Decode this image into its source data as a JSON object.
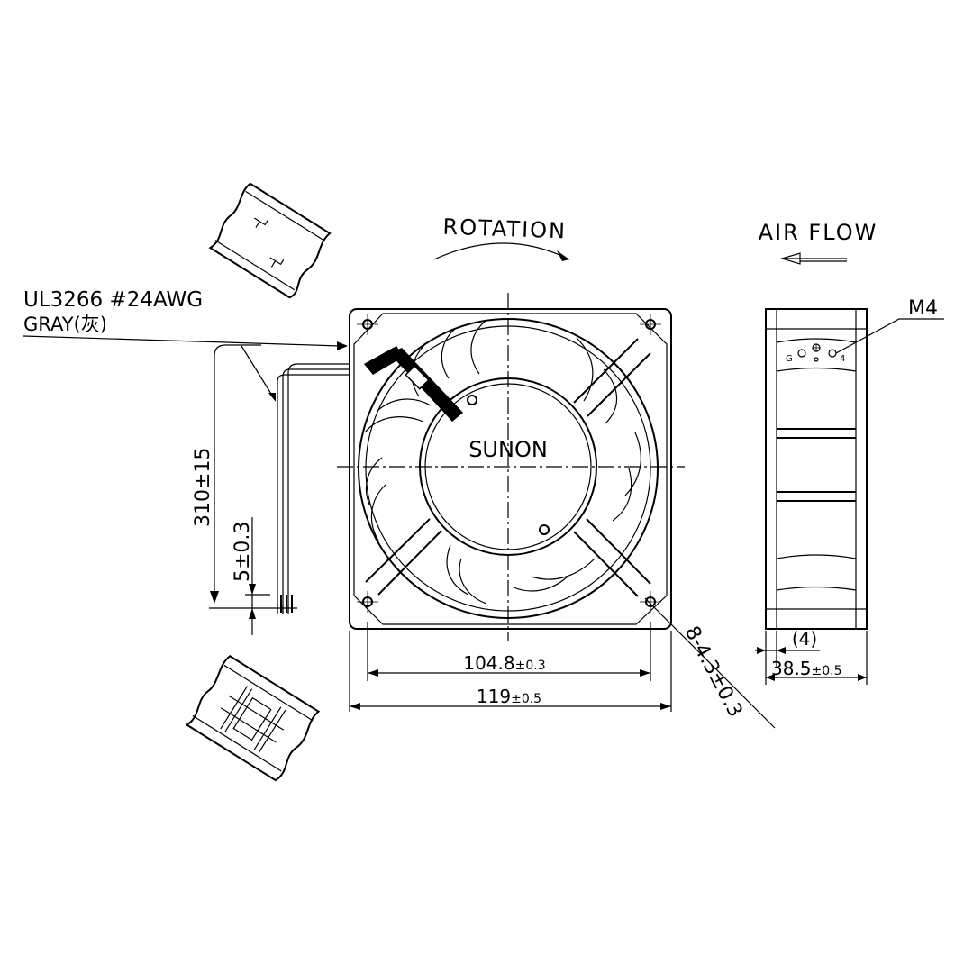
{
  "labels": {
    "rotation": "ROTATION",
    "air_flow": "AIR FLOW",
    "wire_spec": "UL3266  #24AWG",
    "wire_color": "GRAY(灰)",
    "brand": "SUNON",
    "screw": "M4",
    "terminal_g": "G",
    "terminal_4": "4"
  },
  "dimensions": {
    "hole_pitch_value": "104.8",
    "hole_pitch_tol": "±0.3",
    "frame_width_value": "119",
    "frame_width_tol": "±0.5",
    "depth_value": "38.5",
    "depth_tol": "±0.5",
    "inset": "(4)",
    "holes": "8-4.3±0.3",
    "lead_length": "310±15",
    "strip_length": "5±0.3"
  }
}
